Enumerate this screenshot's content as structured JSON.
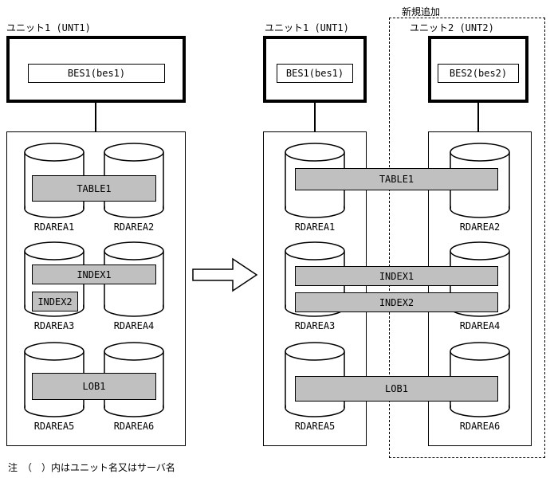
{
  "colors": {
    "bar_fill": "#c0c0c0",
    "line": "#000000",
    "background": "#ffffff"
  },
  "note": "注　（　）内はユニット名又はサーバ名",
  "new_addition_label": "新規追加",
  "before": {
    "unit1": {
      "label": "ユニット1 (UNT1)",
      "server": "BES1(bes1)"
    },
    "bars": {
      "table1": "TABLE1",
      "index1": "INDEX1",
      "index2": "INDEX2",
      "lob1": "LOB1"
    },
    "rdareas": [
      "RDAREA1",
      "RDAREA2",
      "RDAREA3",
      "RDAREA4",
      "RDAREA5",
      "RDAREA6"
    ]
  },
  "after": {
    "unit1": {
      "label": "ユニット1 (UNT1)",
      "server": "BES1(bes1)"
    },
    "unit2": {
      "label": "ユニット2 (UNT2)",
      "server": "BES2(bes2)"
    },
    "bars": {
      "table1": "TABLE1",
      "index1": "INDEX1",
      "index2": "INDEX2",
      "lob1": "LOB1"
    },
    "unit1_rdareas": [
      "RDAREA1",
      "RDAREA3",
      "RDAREA5"
    ],
    "unit2_rdareas": [
      "RDAREA2",
      "RDAREA4",
      "RDAREA6"
    ]
  }
}
